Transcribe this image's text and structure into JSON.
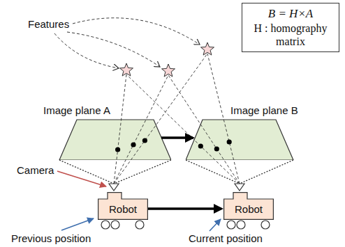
{
  "diagram": {
    "nodes": [
      {
        "text": [
          "B = H×A",
          "H : homography matrix"
        ]
      },
      {
        "text": [
          "Image plane A"
        ]
      },
      {
        "text": [
          "Image plane B"
        ]
      },
      {
        "text": [
          "Robot"
        ]
      },
      {
        "text": [
          "Robot"
        ]
      }
    ],
    "edges": [
      {
        "from": 1,
        "to": 2,
        "arrow": "to"
      },
      {
        "from": 3,
        "to": 4,
        "arrow": "to"
      }
    ],
    "labels": [
      "Features",
      "Camera",
      "Previous position",
      "Current position"
    ]
  }
}
